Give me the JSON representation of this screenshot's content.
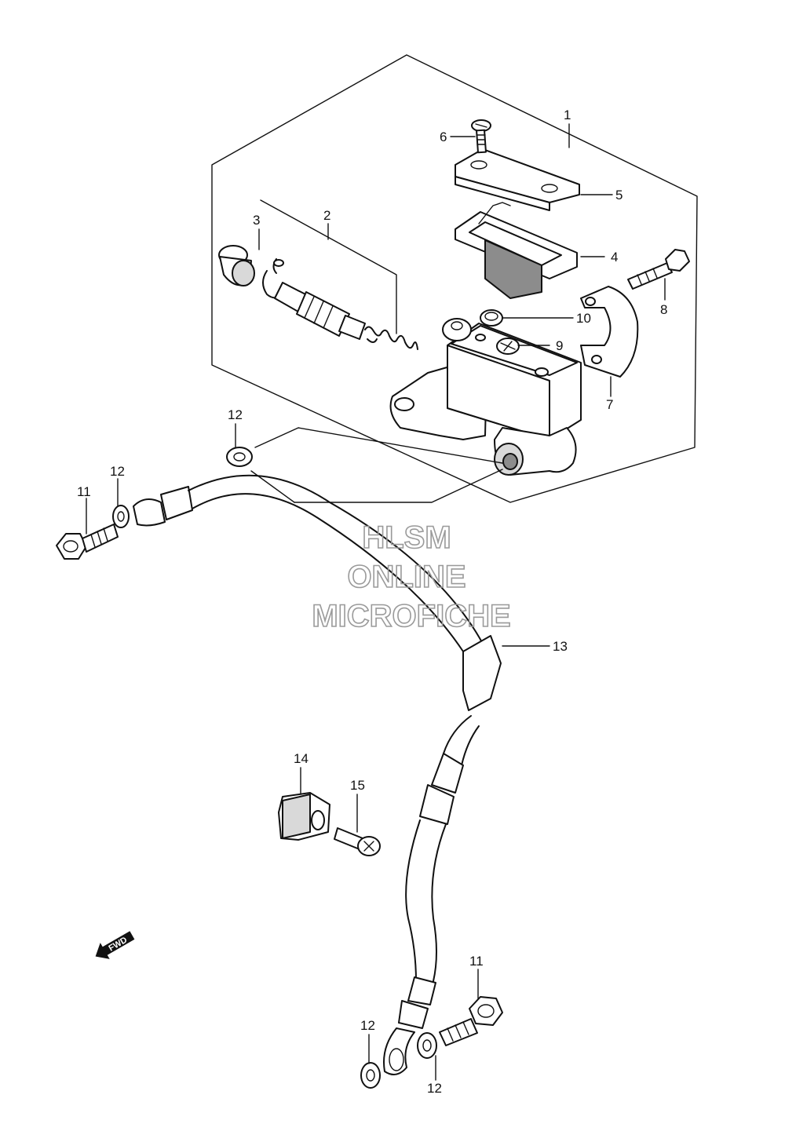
{
  "diagram": {
    "callouts": [
      {
        "id": "c1",
        "label": "1"
      },
      {
        "id": "c2",
        "label": "2"
      },
      {
        "id": "c3",
        "label": "3"
      },
      {
        "id": "c4",
        "label": "4"
      },
      {
        "id": "c5",
        "label": "5"
      },
      {
        "id": "c6",
        "label": "6"
      },
      {
        "id": "c7",
        "label": "7"
      },
      {
        "id": "c8",
        "label": "8"
      },
      {
        "id": "c9",
        "label": "9"
      },
      {
        "id": "c10",
        "label": "10"
      },
      {
        "id": "c11a",
        "label": "11"
      },
      {
        "id": "c11b",
        "label": "11"
      },
      {
        "id": "c12a",
        "label": "12"
      },
      {
        "id": "c12b",
        "label": "12"
      },
      {
        "id": "c12c",
        "label": "12"
      },
      {
        "id": "c12d",
        "label": "12"
      },
      {
        "id": "c13",
        "label": "13"
      },
      {
        "id": "c14",
        "label": "14"
      },
      {
        "id": "c15",
        "label": "15"
      }
    ],
    "watermark": [
      "HLSM",
      "ONLINE",
      "MICROFICHE"
    ],
    "direction_arrow": "FWD"
  }
}
